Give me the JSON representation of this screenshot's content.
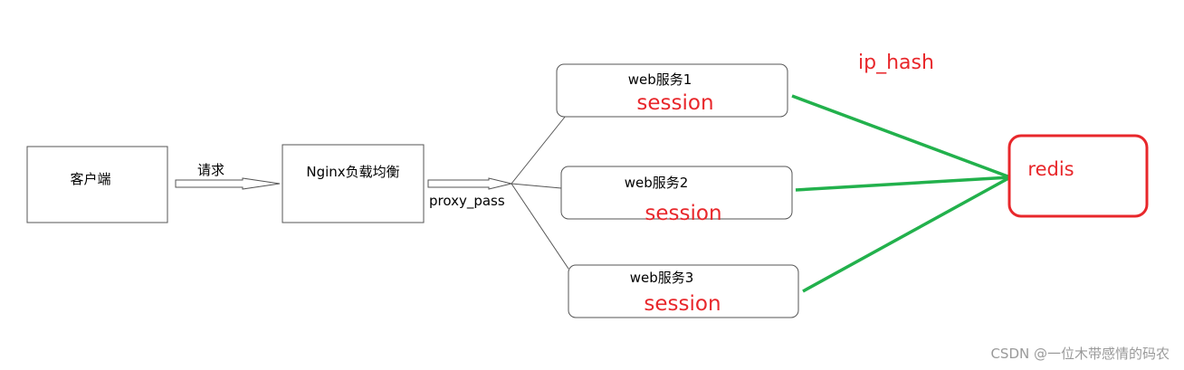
{
  "nodes": {
    "client": {
      "label": "客户端"
    },
    "nginx": {
      "label": "Nginx负载均衡"
    },
    "web1": {
      "label": "web服务1",
      "sub": "session"
    },
    "web2": {
      "label": "web服务2",
      "sub": "session"
    },
    "web3": {
      "label": "web服务3",
      "sub": "session"
    },
    "redis": {
      "label": "redis"
    }
  },
  "edges": {
    "request": {
      "label": "请求"
    },
    "proxy": {
      "label": "proxy_pass"
    }
  },
  "annotation": "ip_hash",
  "watermark": "CSDN @一位木带感情的码农",
  "colors": {
    "redis_border": "#e8272b",
    "red_text": "#e8272b",
    "green_line": "#22b14c",
    "stroke": "#555555"
  }
}
